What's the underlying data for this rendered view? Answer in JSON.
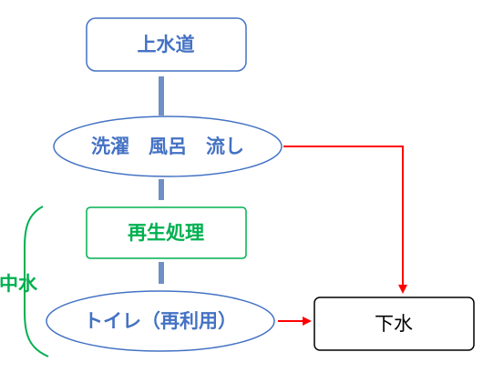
{
  "nodes": {
    "water_supply": {
      "label": "上水道"
    },
    "household_use": {
      "label": "洗濯　風呂　流し"
    },
    "recycling": {
      "label": "再生処理"
    },
    "toilet_reuse": {
      "label": "トイレ（再利用）"
    },
    "sewage": {
      "label": "下水"
    }
  },
  "bracket": {
    "label": "中水"
  },
  "colors": {
    "blue": "#4472c4",
    "blue_text": "#4472c4",
    "green": "#00b050",
    "red": "#ff0000",
    "connector": "#6f8fc6",
    "black": "#000000"
  }
}
